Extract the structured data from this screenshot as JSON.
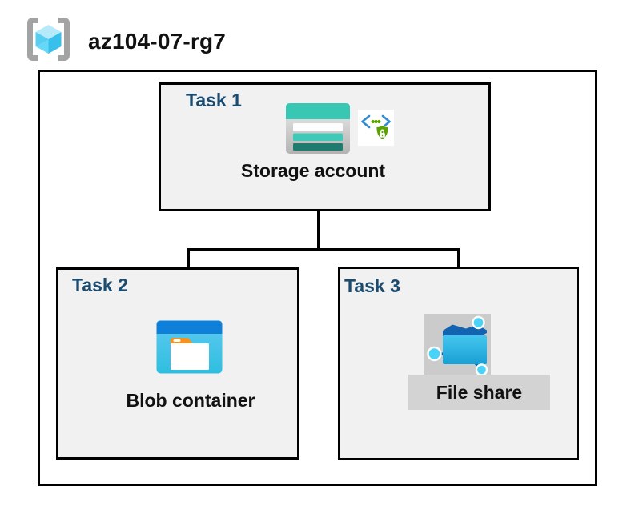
{
  "resource_group": {
    "icon": "azure-resource-group-icon",
    "name": "az104-07-rg7"
  },
  "tasks": [
    {
      "label": "Task 1",
      "item": "Storage account",
      "icons": [
        "storage-account-icon",
        "secure-access-icon"
      ]
    },
    {
      "label": "Task 2",
      "item": "Blob container",
      "icons": [
        "blob-container-icon"
      ]
    },
    {
      "label": "Task 3",
      "item": "File share",
      "icons": [
        "file-share-icon"
      ]
    }
  ],
  "connections": [
    {
      "from": "Storage account",
      "to": "Blob container"
    },
    {
      "from": "Storage account",
      "to": "File share"
    }
  ],
  "colors": {
    "task_label": "#1C4B70",
    "task_box_fill": "#F1F1F1",
    "border": "#000000",
    "storage_teal": "#38C7B3",
    "storage_teal_dark": "#1F7A6F",
    "blob_header_blue": "#0F80DA",
    "blob_body_cyan": "#3DC3E8",
    "folder_tab_orange": "#F79220",
    "file_share_folder_blue": "#2BB2E0",
    "node_dark_blue": "#1264B0",
    "node_light_blue": "#4AD2F8",
    "shield_green": "#5BA300",
    "code_bracket_blue": "#2E8BD6",
    "rg_bracket_gray": "#A3A3A3",
    "icon_backdrop_gray": "#CBCBCB",
    "label_band_gray": "#D3D3D3"
  }
}
